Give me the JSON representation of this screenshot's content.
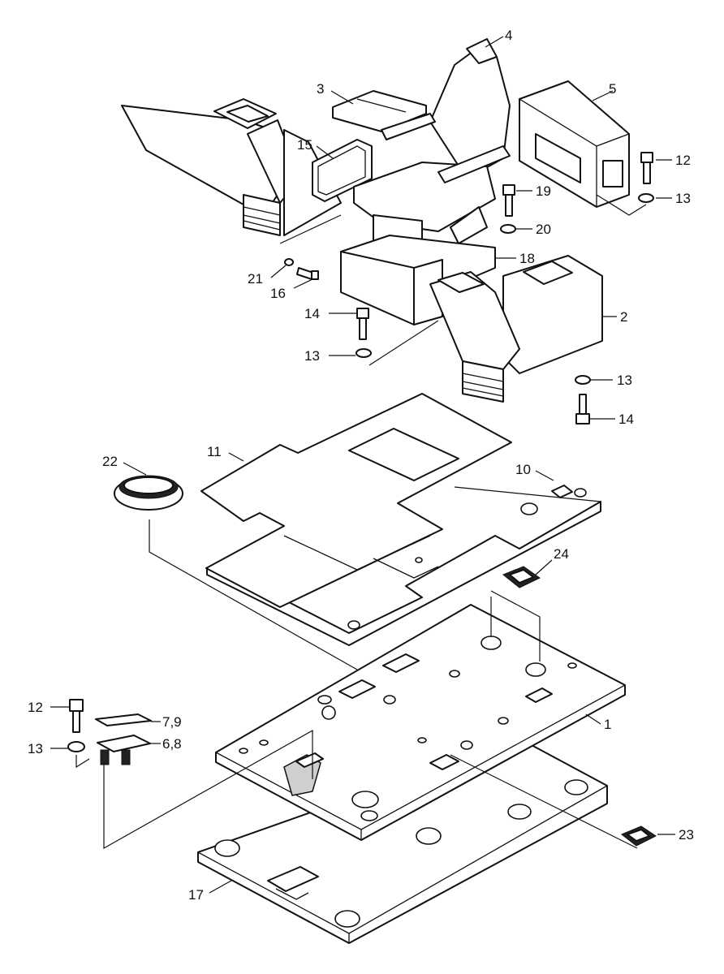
{
  "callouts": {
    "c1": "1",
    "c2": "2",
    "c3": "3",
    "c4": "4",
    "c5": "5",
    "c6_8": "6,8",
    "c7_9": "7,9",
    "c10": "10",
    "c11": "11",
    "c12_top": "12",
    "c12_bottom": "12",
    "c13_top_right": "13",
    "c13_mid_left": "13",
    "c13_mid_right": "13",
    "c13_bottom": "13",
    "c14_left": "14",
    "c14_right": "14",
    "c15": "15",
    "c16": "16",
    "c17": "17",
    "c18": "18",
    "c19": "19",
    "c20": "20",
    "c21": "21",
    "c22": "22",
    "c23": "23",
    "c24": "24"
  },
  "colors": {
    "line": "#111111",
    "background": "#ffffff",
    "shade": "#cfcfcf"
  }
}
